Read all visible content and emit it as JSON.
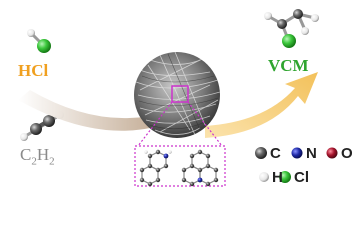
{
  "reactants": {
    "hcl": {
      "label": "HCl"
    },
    "acetylene": {
      "formula_main": "C",
      "formula_sub1": "2",
      "formula_mid": "H",
      "formula_sub2": "2"
    }
  },
  "product": {
    "label": "VCM"
  },
  "legend": {
    "items": [
      {
        "symbol": "C",
        "color": "#4a4a4a"
      },
      {
        "symbol": "N",
        "color": "#1f2aa8"
      },
      {
        "symbol": "O",
        "color": "#a3122a"
      },
      {
        "symbol": "H",
        "color": "#eeeeee"
      },
      {
        "symbol": "Cl",
        "color": "#37c437"
      }
    ]
  },
  "colors": {
    "hcl_text": "#f0a020",
    "vcm_text": "#2fa52f",
    "c2h2_text": "#8a8a8a",
    "left_arrow": "#c9b7a4",
    "right_arrow": "#f5c96a",
    "zoom_box": "#cc33cc"
  }
}
